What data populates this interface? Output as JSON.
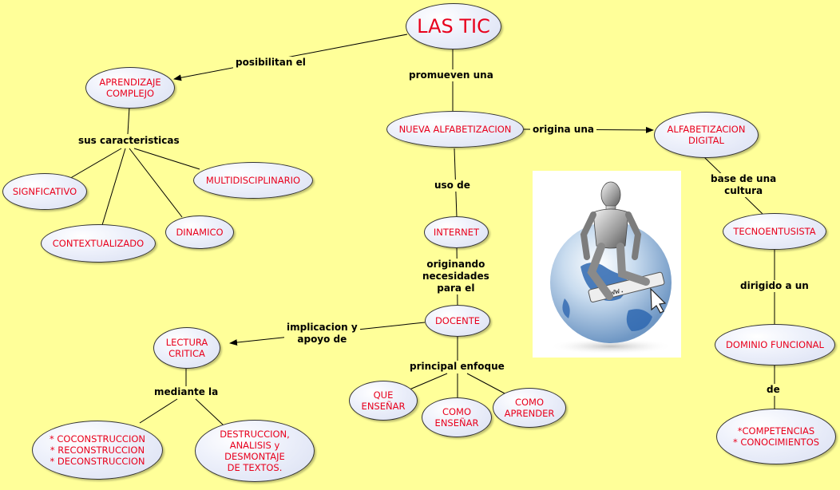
{
  "colors": {
    "background": "#ffff99",
    "node_text": "#e8001c",
    "label_text": "#000000",
    "line": "#000000"
  },
  "nodes": {
    "las_tic": "LAS TIC",
    "aprendizaje": "APRENDIZAJE\nCOMPLEJO",
    "nueva_alfabetizacion": "NUEVA ALFABETIZACION",
    "alfabetizacion_digital": "ALFABETIZACION\nDIGITAL",
    "significativo": "SIGNFICATIVO",
    "multidisciplinario": "MULTIDISCIPLINARIO",
    "contextualizado": "CONTEXTUALIZADO",
    "dinamico": "DINAMICO",
    "internet": "INTERNET",
    "tecnoentusista": "TECNOENTUSISTA",
    "docente": "DOCENTE",
    "lectura_critica": "LECTURA\nCRITICA",
    "dominio_funcional": "DOMINIO FUNCIONAL",
    "que_ensenar": "QUE\nENSEÑAR",
    "como_ensenar": "COMO\nENSEÑAR",
    "como_aprender": "COMO\nAPRENDER",
    "co_construccion": "* COCONSTRUCCION\n* RECONSTRUCCION\n* DECONSTRUCCION",
    "destruccion": "DESTRUCCION,\nANALISIS y\nDESMONTAJE\nDE TEXTOS.",
    "competencias": "*COMPETENCIAS\n* CONOCIMIENTOS"
  },
  "labels": {
    "posibilitan": "posibilitan el",
    "promueven": "promueven una",
    "origina": "origina una",
    "sus_caracteristicas": "sus caracteristicas",
    "base_cultura": "base de una\ncultura",
    "uso_de": "uso de",
    "originando": "originando\nnecesidades\npara el",
    "dirigido": "dirigido a un",
    "implicacion": "implicacion y\napoyo de",
    "principal_enfoque": "principal enfoque",
    "mediante": "mediante la",
    "de": "de"
  },
  "image": {
    "description_icon": "robot-on-globe-icon"
  }
}
